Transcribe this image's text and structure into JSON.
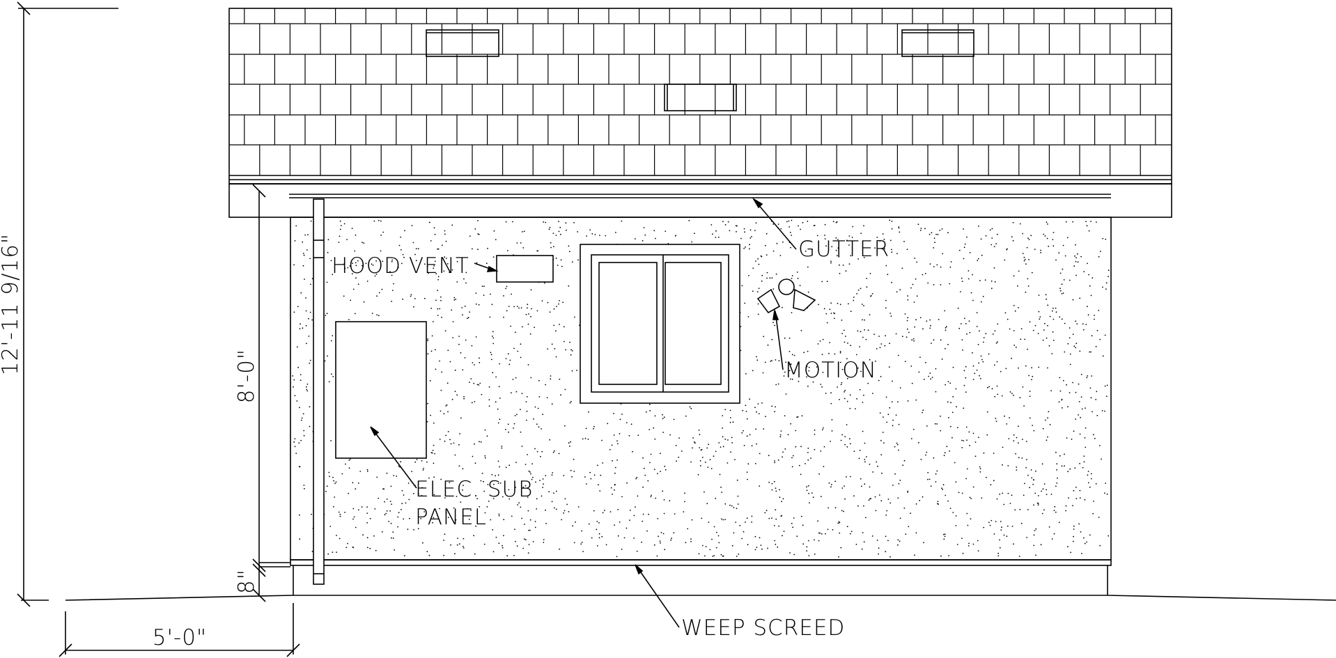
{
  "labels": {
    "hood_vent": "HOOD VENT",
    "gutter": "GUTTER",
    "motion": "MOTION",
    "elec_sub_panel_line1": "ELEC. SUB",
    "elec_sub_panel_line2": "PANEL",
    "weep_screed": "WEEP SCREED"
  },
  "dimensions": {
    "overall_height": "12'-11 9/16\"",
    "wall_height": "8'-0\"",
    "base_height": "8\"",
    "horizontal_offset": "5'-0\""
  },
  "colors": {
    "line": "#000000",
    "background": "#ffffff"
  }
}
